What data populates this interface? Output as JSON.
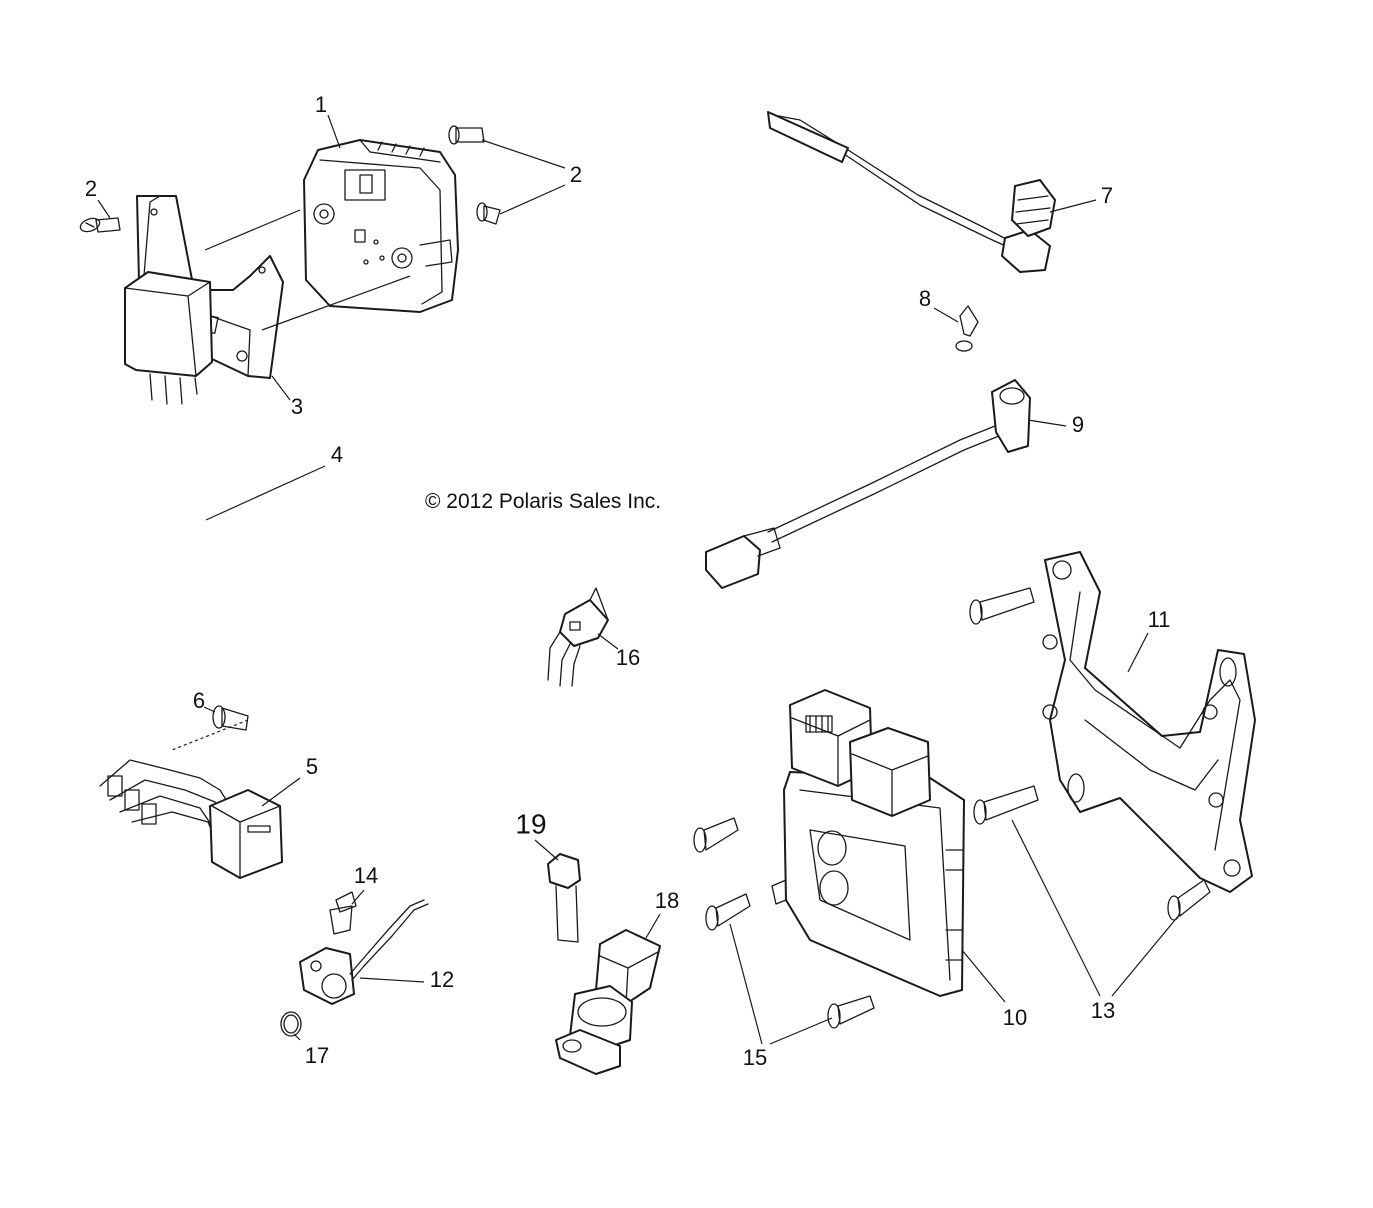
{
  "copyright": "© 2012 Polaris Sales Inc.",
  "callouts": {
    "c1": "1",
    "c2a": "2",
    "c2b": "2",
    "c3": "3",
    "c4": "4",
    "c5": "5",
    "c6": "6",
    "c7": "7",
    "c8": "8",
    "c9": "9",
    "c10": "10",
    "c11": "11",
    "c12": "12",
    "c13": "13",
    "c14": "14",
    "c15": "15",
    "c16": "16",
    "c17": "17",
    "c18": "18",
    "c19": "19"
  }
}
